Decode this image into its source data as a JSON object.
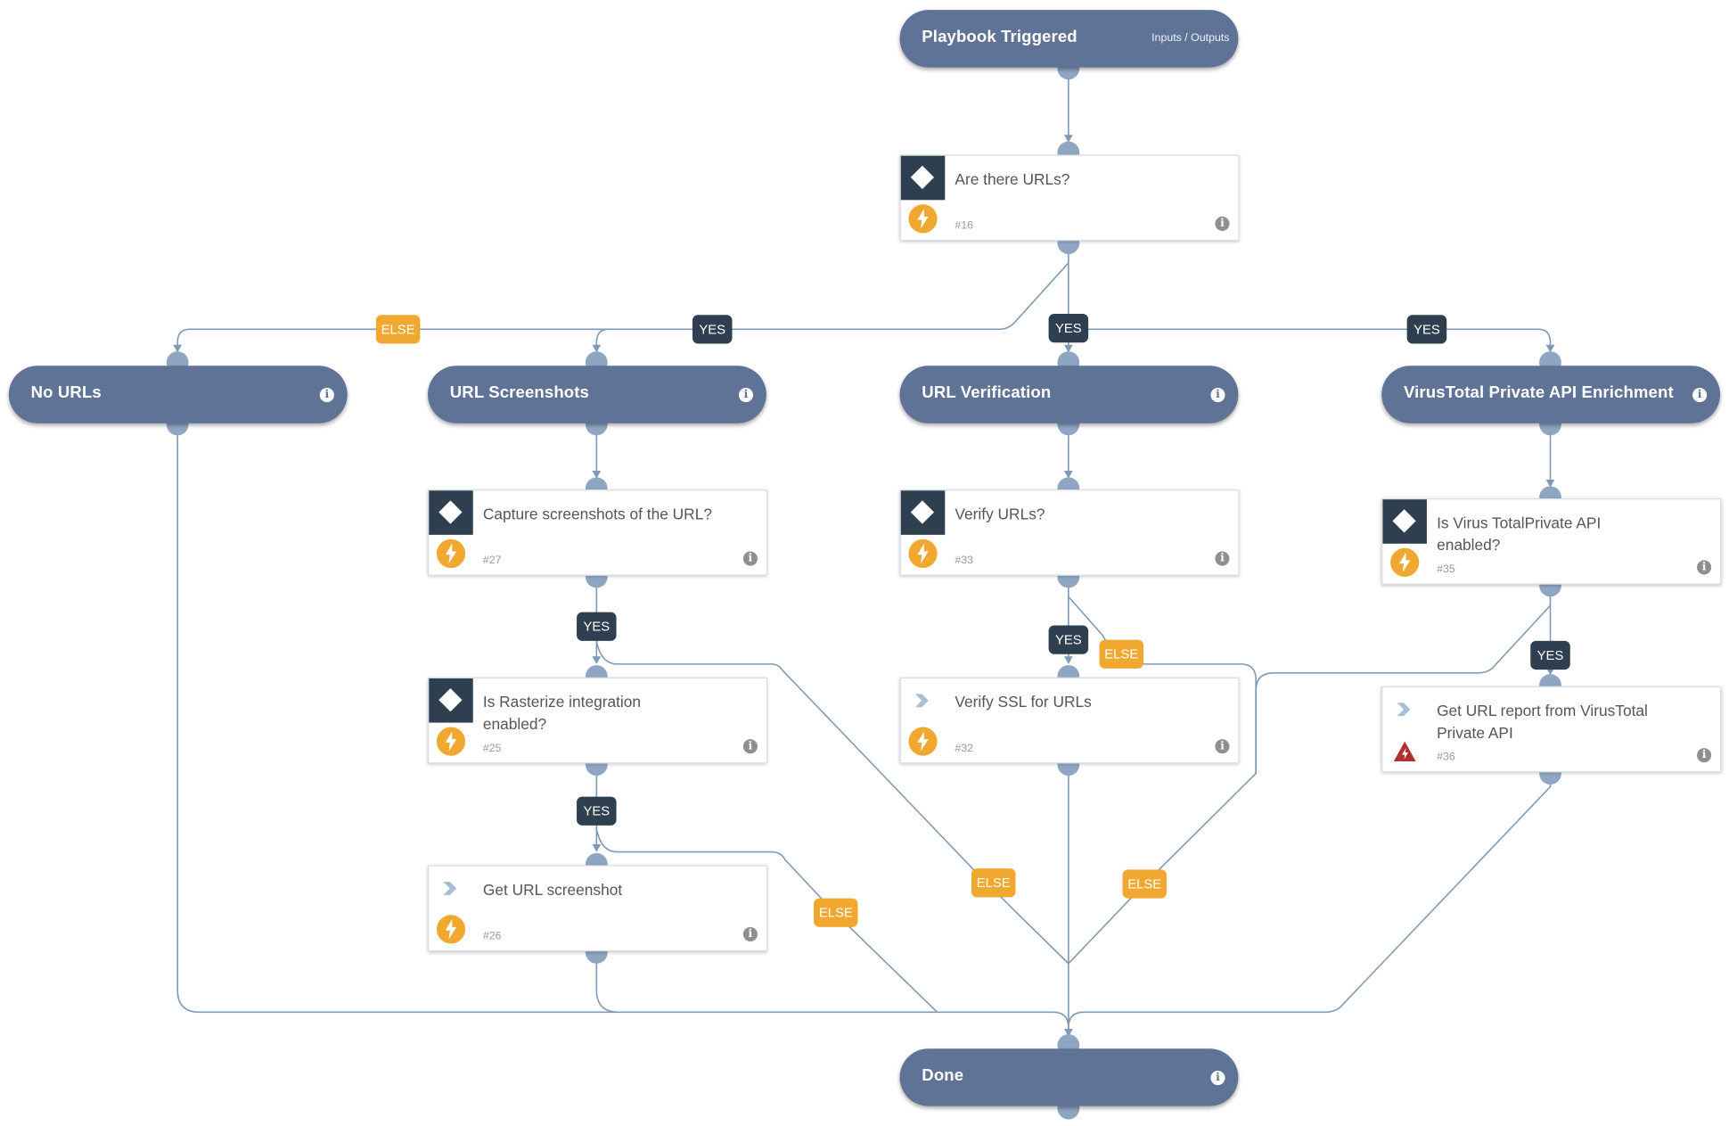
{
  "trigger": {
    "title": "Playbook Triggered",
    "io_link": "Inputs / Outputs"
  },
  "sections": {
    "no_urls": "No URLs",
    "url_screenshots": "URL Screenshots",
    "url_verification": "URL Verification",
    "virustotal": "VirusTotal Private API Enrichment",
    "done": "Done"
  },
  "tasks": {
    "t16": {
      "title": "Are there URLs?",
      "id": "#16"
    },
    "t27": {
      "title": "Capture screenshots of the URL?",
      "id": "#27"
    },
    "t25": {
      "title": "Is Rasterize integration enabled?",
      "id": "#25"
    },
    "t26": {
      "title": "Get URL screenshot",
      "id": "#26"
    },
    "t33": {
      "title": "Verify URLs?",
      "id": "#33"
    },
    "t32": {
      "title": "Verify SSL for URLs",
      "id": "#32"
    },
    "t35": {
      "title": "Is Virus TotalPrivate API enabled?",
      "id": "#35"
    },
    "t36": {
      "title": "Get URL report from VirusTotal Private API",
      "id": "#36"
    }
  },
  "labels": {
    "yes": "YES",
    "else": "ELSE"
  },
  "info_glyph": "i",
  "colors": {
    "section": "#5f7396",
    "condition": "#2e3f50",
    "automation": "#f0a830",
    "edge": "#7f9ab8",
    "error": "#b03030"
  }
}
